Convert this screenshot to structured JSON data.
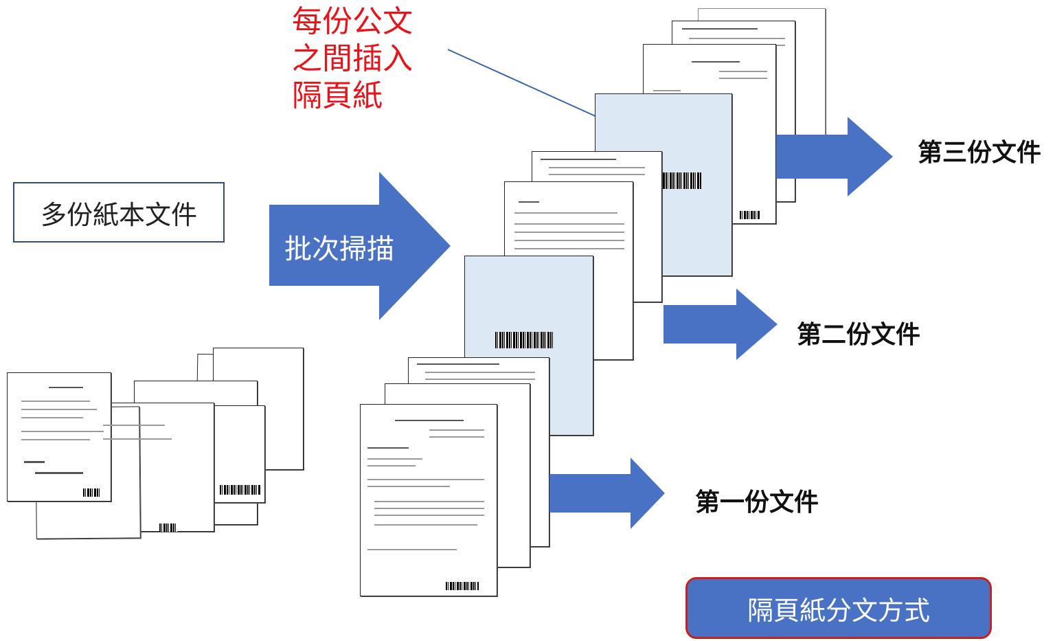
{
  "left": {
    "paper_documents_label": "多份紙本文件"
  },
  "center": {
    "batch_scan_label": "批次掃描"
  },
  "annotation": {
    "separator_note": "每份公文之間插入隔頁紙"
  },
  "outputs": {
    "first_document": "第一份文件",
    "second_document": "第二份文件",
    "third_document": "第三份文件"
  },
  "footer": {
    "method_label": "隔頁紙分文方式"
  },
  "colors": {
    "arrow": "#4a72c4",
    "annotation_text": "#e8141b",
    "separator_sheet": "#dde8f5",
    "button_border": "#c8201f"
  },
  "icons": {
    "arrow": "right-arrow-icon",
    "barcode": "barcode-icon"
  }
}
